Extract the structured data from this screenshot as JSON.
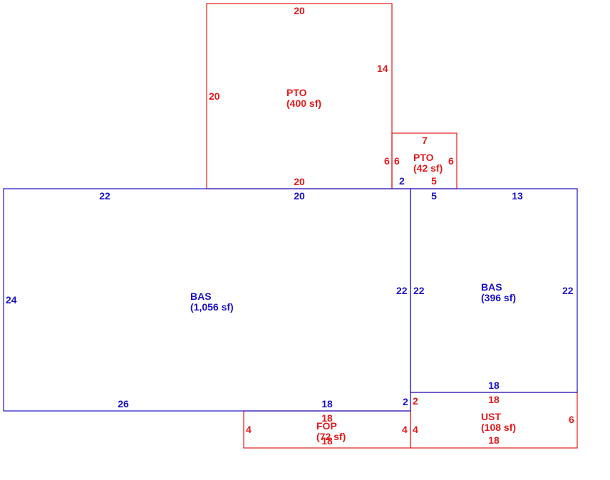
{
  "colors": {
    "red": "#e31a1c",
    "blue": "#1a12c8"
  },
  "areas": {
    "pto_large": {
      "code": "PTO",
      "area": "(400 sf)"
    },
    "pto_small": {
      "code": "PTO",
      "area": "(42 sf)"
    },
    "bas_main": {
      "code": "BAS",
      "area": "(1,056 sf)"
    },
    "bas_right": {
      "code": "BAS",
      "area": "(396 sf)"
    },
    "fop": {
      "code": "FOP",
      "area": "(72 sf)"
    },
    "ust": {
      "code": "UST",
      "area": "(108 sf)"
    }
  },
  "dims": {
    "pto_large_top": "20",
    "pto_large_right": "14",
    "pto_large_left": "20",
    "pto_large_bottom": "20",
    "pto_large_right_low": "6",
    "pto_small_top": "7",
    "pto_small_left": "6",
    "pto_small_right": "6",
    "pto_small_bottom": "5",
    "step_small": "2",
    "bas_top_left": "22",
    "bas_top_mid": "20",
    "bas_right_top_a": "5",
    "bas_right_top_b": "13",
    "bas_left": "24",
    "bas_main_right": "22",
    "bas_right_left": "22",
    "bas_right_right": "22",
    "bas_right_bottom": "18",
    "bas_bottom_left": "26",
    "bas_bottom_right": "18",
    "bas_step_bottom": "2",
    "ust_step": "2",
    "ust_top": "18",
    "ust_left": "4",
    "ust_right": "6",
    "ust_bottom": "18",
    "fop_top": "18",
    "fop_left": "4",
    "fop_right": "4",
    "fop_bottom": "18"
  }
}
